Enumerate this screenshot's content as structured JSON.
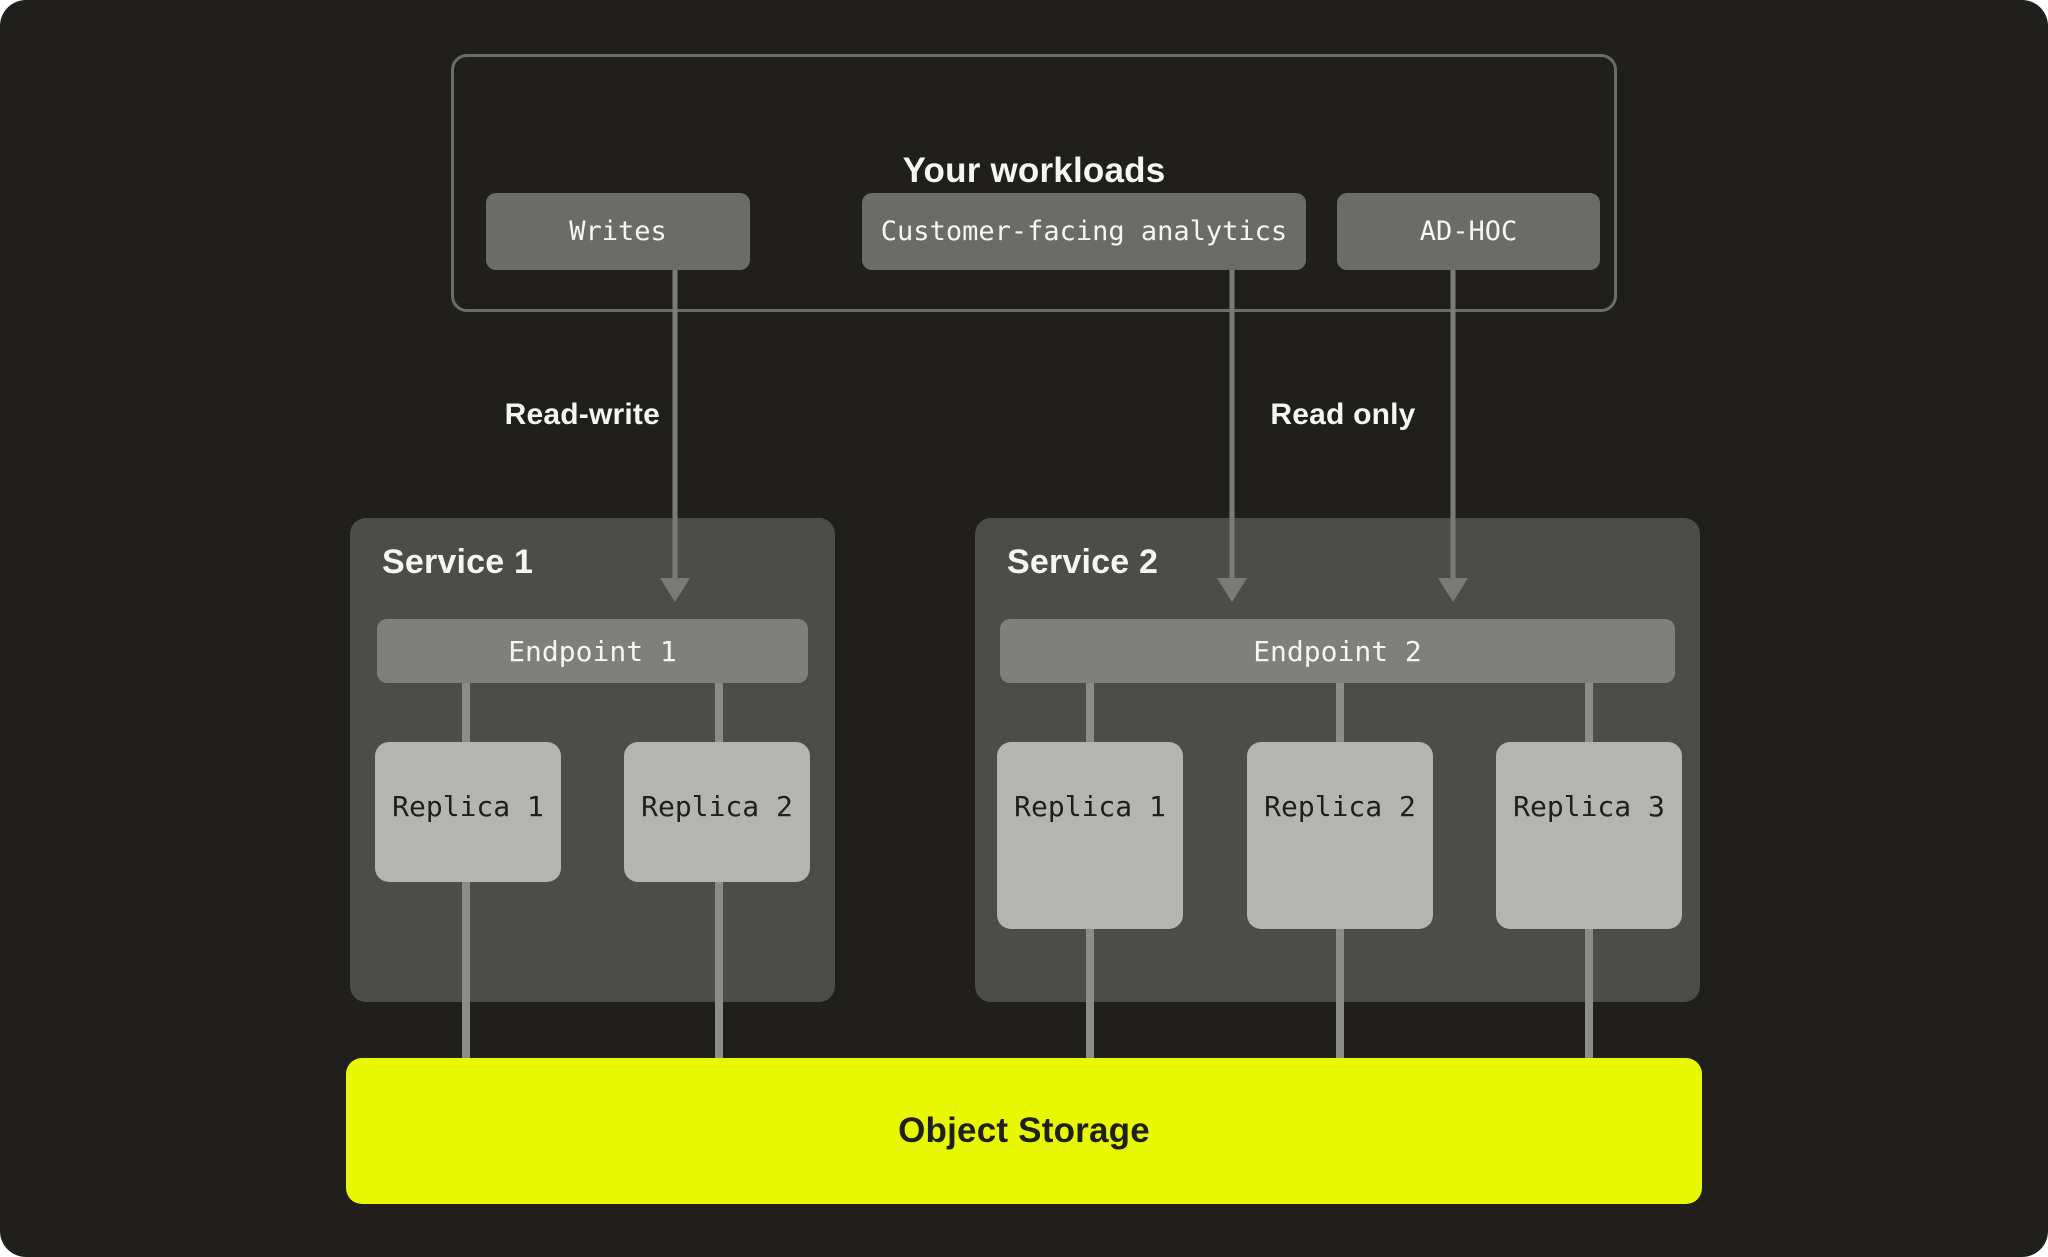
{
  "colors": {
    "page_bg": "#ffffff",
    "canvas_bg": "#201f1b",
    "panel_border": "#6b6b69",
    "chip_bg": "#6b6b69",
    "service_bg": "#4c4c4a",
    "endpoint_bg": "#7f7f7d",
    "replica_bg": "#b4b4b2",
    "connector": "#8c8c8a",
    "arrow": "#7a7a78",
    "storage_bg": "#e8f702",
    "light_text": "#f5f5f3",
    "dark_text": "#1f1f1d"
  },
  "workloads": {
    "title": "Your workloads",
    "chips": [
      {
        "label": "Writes"
      },
      {
        "label": "Customer-facing analytics"
      },
      {
        "label": "AD-HOC"
      }
    ]
  },
  "flows": {
    "read_write": "Read-write",
    "read_only": "Read only"
  },
  "services": [
    {
      "title": "Service 1",
      "endpoint": "Endpoint 1",
      "replicas": [
        "Replica 1",
        "Replica 2"
      ]
    },
    {
      "title": "Service 2",
      "endpoint": "Endpoint 2",
      "replicas": [
        "Replica 1",
        "Replica 2",
        "Replica 3"
      ]
    }
  ],
  "storage": {
    "label": "Object Storage"
  }
}
